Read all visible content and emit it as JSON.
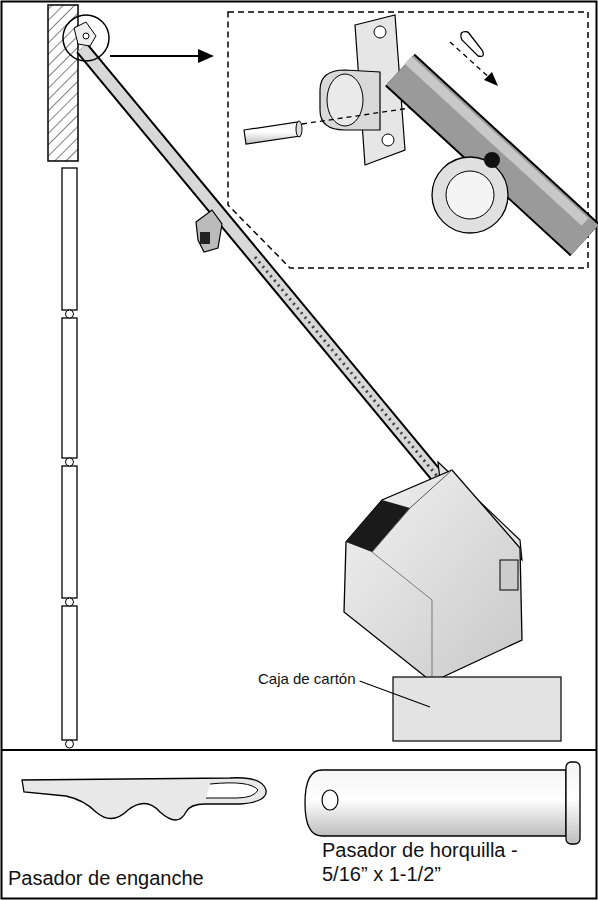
{
  "diagram": {
    "labels": [
      "Caja de cartón",
      "Pasador de enganche",
      "Pasador de horquilla - 5/16” x 1-1/2”"
    ]
  }
}
